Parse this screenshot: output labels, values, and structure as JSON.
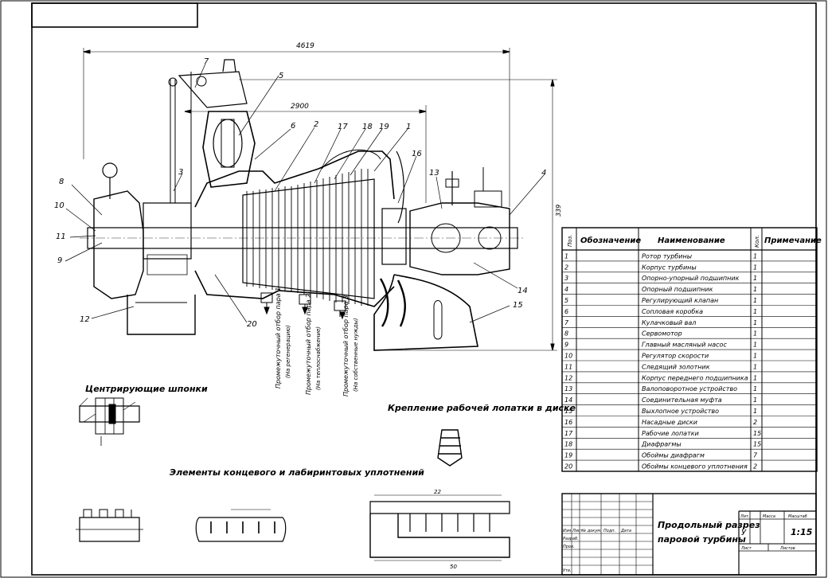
{
  "drawing": {
    "dimensions": {
      "overall": "4619",
      "inner": "2900",
      "height": "339"
    },
    "callouts": [
      "7",
      "5",
      "6",
      "2",
      "17",
      "18",
      "19",
      "1",
      "16",
      "3",
      "13",
      "4",
      "8",
      "10",
      "11",
      "9",
      "12",
      "20",
      "14",
      "15"
    ],
    "steam_extractions": [
      {
        "title": "Промежуточный отбор пара 1",
        "note": "(На регенерацию)"
      },
      {
        "title": "Промежуточный отбор пара 2",
        "note": "(На теплоснабжение)"
      },
      {
        "title": "Промежуточный отбор пара 3",
        "note": "(На собственные нужды)"
      }
    ],
    "captions": {
      "key_centering": "Центрирующие шпонки",
      "blade_mount": "Крепление рабочей лопатки в диске",
      "seal_elements": "Элементы концевого и лабиринтовых уплотнений"
    },
    "detail_dims": {
      "left_top": "22",
      "left_bottom": "50"
    }
  },
  "spec": {
    "headers": {
      "pos": "Поз.",
      "designation": "Обозначение",
      "name": "Наименование",
      "qty": "Кол.",
      "note": "Примечание"
    },
    "rows": [
      {
        "pos": "1",
        "name": "Ротор турбины",
        "qty": "1"
      },
      {
        "pos": "2",
        "name": "Корпус турбины",
        "qty": "1"
      },
      {
        "pos": "3",
        "name": "Опорно-упорный подшипник",
        "qty": "1"
      },
      {
        "pos": "4",
        "name": "Опорный подшипник",
        "qty": "1"
      },
      {
        "pos": "5",
        "name": "Регулирующий клапан",
        "qty": "1"
      },
      {
        "pos": "6",
        "name": "Сопловая коробка",
        "qty": "1"
      },
      {
        "pos": "7",
        "name": "Кулачковый вал",
        "qty": "1"
      },
      {
        "pos": "8",
        "name": "Сервомотор",
        "qty": "1"
      },
      {
        "pos": "9",
        "name": "Главный масляный насос",
        "qty": "1"
      },
      {
        "pos": "10",
        "name": "Регулятор скорости",
        "qty": "1"
      },
      {
        "pos": "11",
        "name": "Следящий золотник",
        "qty": "1"
      },
      {
        "pos": "12",
        "name": "Корпус переднего подшипника",
        "qty": "1"
      },
      {
        "pos": "13",
        "name": "Валоповоротное устройство",
        "qty": "1"
      },
      {
        "pos": "14",
        "name": "Соединительная муфта",
        "qty": "1"
      },
      {
        "pos": "15",
        "name": "Выхлопное устройство",
        "qty": "1"
      },
      {
        "pos": "16",
        "name": "Насадные диски",
        "qty": "2"
      },
      {
        "pos": "17",
        "name": "Рабочие лопатки",
        "qty": "15"
      },
      {
        "pos": "18",
        "name": "Диафрагмы",
        "qty": "15"
      },
      {
        "pos": "19",
        "name": "Обоймы диафрагм",
        "qty": "7"
      },
      {
        "pos": "20",
        "name": "Обоймы концевого уплотнения",
        "qty": "2"
      }
    ]
  },
  "title_block": {
    "title_line1": "Продольный разрез",
    "title_line2": "паровой турбины",
    "lit_label": "Лит.",
    "lit_value": "У",
    "mass_label": "Масса",
    "scale_label": "Масштаб",
    "scale_value": "1:15",
    "sheet_label": "Лист",
    "sheets_label": "Листов",
    "role_labels": [
      "Изм.",
      "Лист",
      "№ докум.",
      "Подп.",
      "Дата"
    ],
    "developer": "Разраб.",
    "checker": "Пров.",
    "approved": "Утв."
  }
}
